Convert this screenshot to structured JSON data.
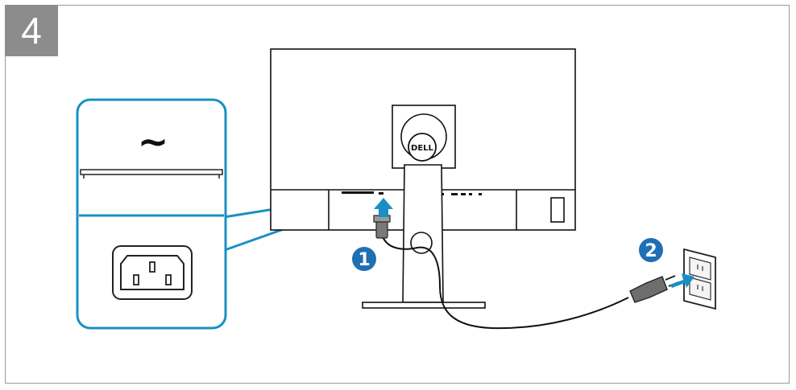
{
  "step_number": "4",
  "brand_logo_text": "DELL",
  "callouts": [
    {
      "id": "power-cable-connect",
      "label": "1"
    },
    {
      "id": "wall-outlet-connect",
      "label": "2"
    }
  ],
  "symbols": {
    "ac_power": "~"
  },
  "icons": {
    "ac-inlet": "c14-inlet-icon",
    "upload-arrow": "arrow-up-icon",
    "plug": "power-plug-icon",
    "outlet": "wall-outlet-icon"
  },
  "colors": {
    "accent_blue": "#1a8fc4",
    "callout_blue": "#1f6fb5",
    "badge_gray": "#8c8c8c",
    "line_black": "#111111"
  }
}
